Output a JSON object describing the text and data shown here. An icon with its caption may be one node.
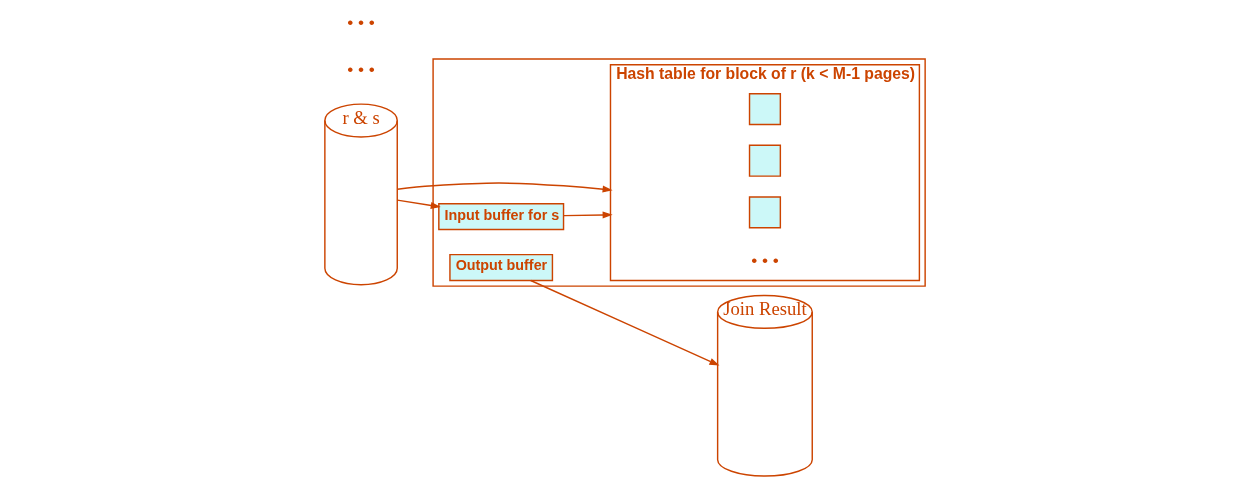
{
  "diagram": {
    "nodes": [
      {
        "text": [
          "r & s"
        ]
      },
      {
        "text": [],
        "shape": "box"
      },
      {
        "text": [
          "Hash table for block of r (k < M-1 pages)"
        ],
        "in": 1
      },
      {
        "text": [],
        "shape": "box",
        "in": 2
      },
      {
        "text": [],
        "shape": "box",
        "in": 2
      },
      {
        "text": [],
        "shape": "box",
        "in": 2
      },
      {
        "text": [
          "Input buffer for s"
        ],
        "in": 1
      },
      {
        "text": [
          "Output buffer"
        ],
        "in": 1
      },
      {
        "text": [
          "Join Result"
        ]
      }
    ],
    "edges": [
      {
        "from": 0,
        "to": 2,
        "arrow": "to"
      },
      {
        "from": 0,
        "to": 6,
        "arrow": "to"
      },
      {
        "from": 6,
        "to": 2,
        "arrow": "to"
      },
      {
        "from": 7,
        "to": 8,
        "arrow": "to"
      }
    ],
    "labels": [
      "• • •",
      "• • •",
      "• • •"
    ]
  }
}
